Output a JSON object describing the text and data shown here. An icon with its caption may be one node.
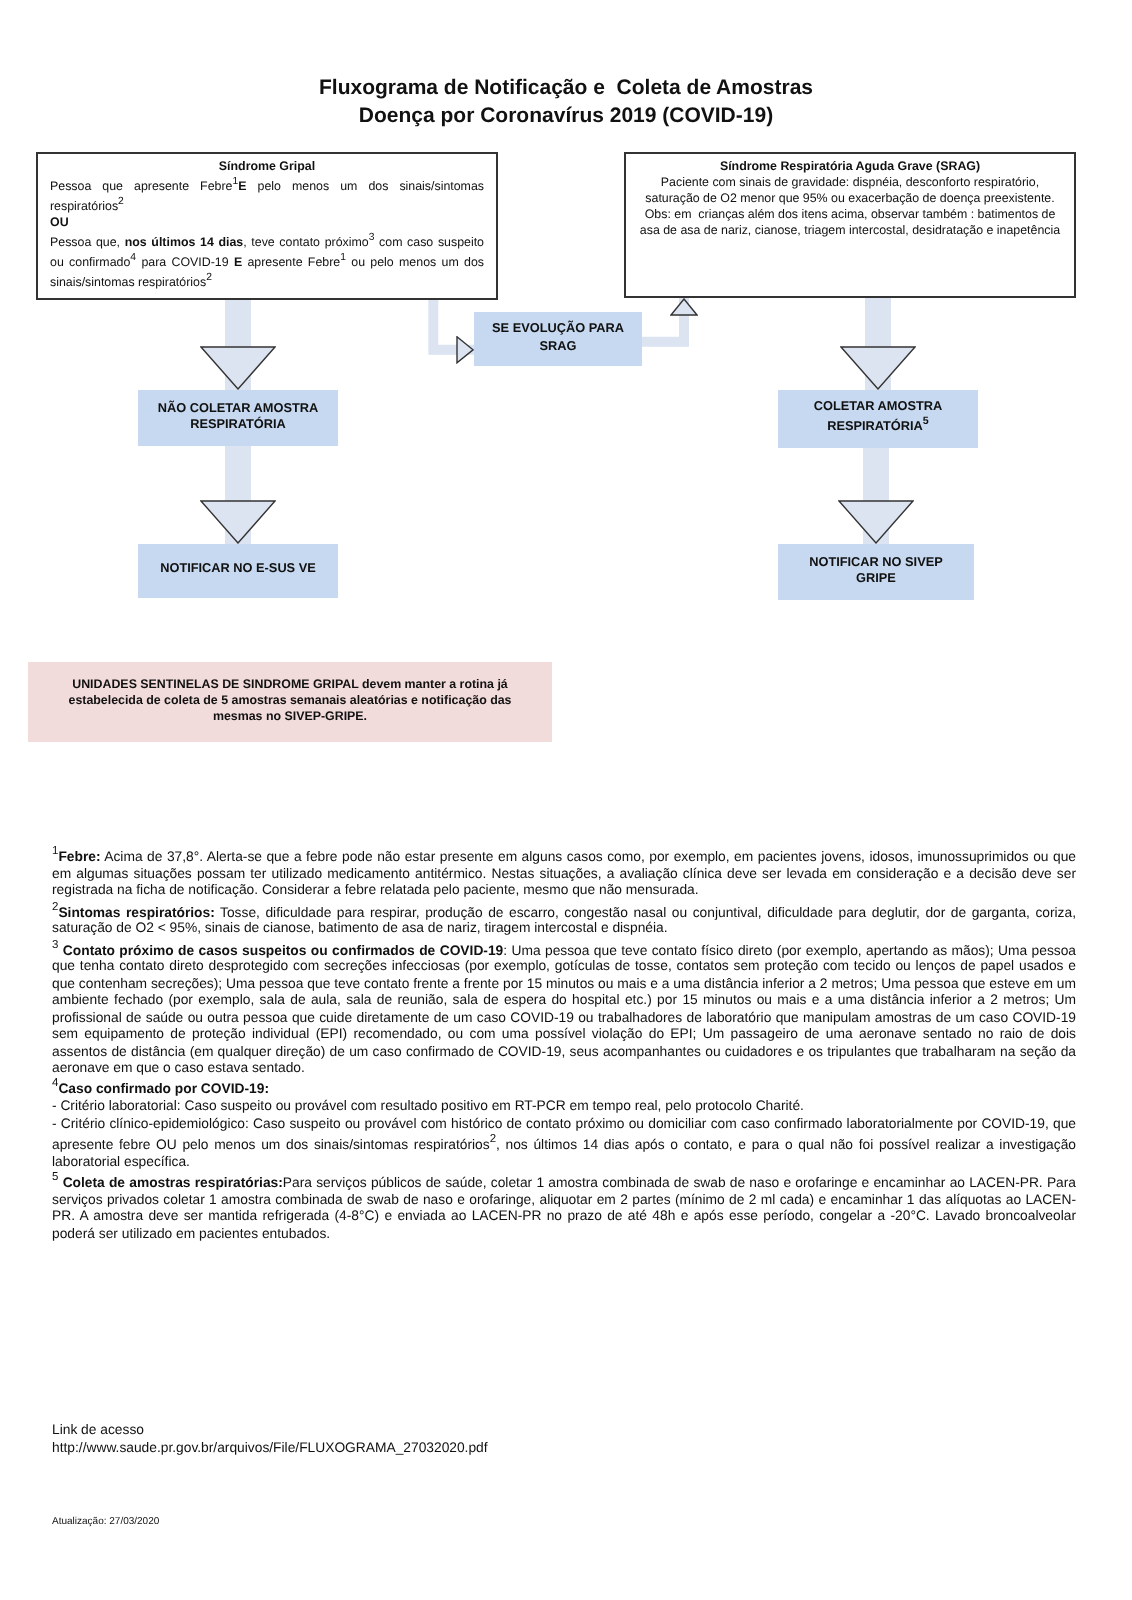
{
  "diagram": {
    "title": "Fluxograma de Notificação e  Coleta de Amostras Doença por Coronavírus 2019 (COVID-19)",
    "nodes": [
      {
        "text": [
          "Síndrome Gripal",
          "Pessoa que apresente Febre$^{1}$**E** pelo menos um dos sinais/sintomas respiratórios$^{2}$",
          "OU",
          "Pessoa que, **nos últimos 14 dias**, teve contato próximo$^{3}$ com caso suspeito ou confirmado$^{4}$ para COVID-19 **E** apresente Febre$^{1}$ ou pelo menos um dos sinais/sintomas respiratórios$^{2}$"
        ]
      },
      {
        "text": [
          "Síndrome Respiratória Aguda Grave (SRAG)",
          "Paciente com sinais de gravidade: dispnéia, desconforto respiratório, saturação de O2 menor que 95% ou exacerbação de doença preexistente. Obs: em  crianças além dos itens acima, observar também : batimentos de asa de asa de nariz, cianose, triagem intercostal, desidratação e inapetência"
        ]
      },
      {
        "text": [
          "SE EVOLUÇÃO PARA SRAG"
        ]
      },
      {
        "text": [
          "NÃO COLETAR AMOSTRA RESPIRATÓRIA"
        ]
      },
      {
        "text": [
          "COLETAR AMOSTRA RESPIRATÓRIA$^{5}$"
        ]
      },
      {
        "text": [
          "NOTIFICAR NO E-SUS VE"
        ]
      },
      {
        "text": [
          "NOTIFICAR NO SIVEP GRIPE"
        ]
      },
      {
        "text": [
          "UNIDADES SENTINELAS DE SINDROME GRIPAL devem manter a rotina já estabelecida de coleta de 5 amostras semanais aleatórias e notificação das mesmas no SIVEP-GRIPE."
        ]
      }
    ],
    "edges": [
      {
        "from": 0,
        "to": 3,
        "arrow": "to"
      },
      {
        "from": 0,
        "to": 2,
        "arrow": "to"
      },
      {
        "from": 2,
        "to": 1,
        "arrow": "to"
      },
      {
        "from": 1,
        "to": 4,
        "arrow": "to"
      },
      {
        "from": 3,
        "to": 5,
        "arrow": "to"
      },
      {
        "from": 4,
        "to": 6,
        "arrow": "to"
      }
    ],
    "labels": [
      "$^{1}$**Febre:** Acima de 37,8°. Alerta-se que a febre pode não estar presente em alguns casos como, por exemplo, em pacientes jovens, idosos, imunossuprimidos ou que em algumas situações possam ter utilizado medicamento antitérmico. Nestas situações, a avaliação clínica deve ser levada em consideração e a decisão deve ser registrada na ficha de notificação. Considerar a febre relatada pelo paciente, mesmo que não mensurada.",
      "$^{2}$**Sintomas respiratórios:** Tosse, dificuldade para respirar, produção de escarro, congestão nasal ou conjuntival, dificuldade para deglutir, dor de garganta, coriza, saturação de O2 < 95%, sinais de cianose, batimento de asa de nariz, tiragem intercostal e dispnéia.",
      "$^{3}$ **Contato próximo de casos suspeitos ou confirmados de COVID-19**: Uma pessoa que teve contato físico direto (por exemplo, apertando as mãos); Uma pessoa que tenha contato direto desprotegido com secreções infecciosas (por exemplo, gotículas de tosse, contatos sem proteção com tecido ou lenços de papel usados e que contenham secreções); Uma pessoa que teve contato frente a frente por 15 minutos ou mais e a uma distância inferior a 2 metros; Uma pessoa que esteve em um ambiente fechado (por exemplo, sala de aula, sala de reunião, sala de espera do hospital etc.) por 15 minutos ou mais e a uma distância inferior a 2 metros; Um profissional de saúde ou outra pessoa que cuide diretamente de um caso COVID-19 ou trabalhadores de laboratório que manipulam amostras de um caso COVID-19 sem equipamento de proteção individual (EPI) recomendado, ou com uma possível violação do EPI; Um passageiro de uma aeronave sentado no raio de dois assentos de distância (em qualquer direção) de um caso confirmado de COVID-19, seus acompanhantes ou cuidadores e os tripulantes que trabalharam na seção da aeronave em que o caso estava sentado.",
      "$^{4}$**Caso confirmado por COVID-19:**",
      "- Critério laboratorial: Caso suspeito ou provável com resultado positivo em RT-PCR em tempo real, pelo protocolo Charité.",
      "- Critério clínico-epidemiológico: Caso suspeito ou provável com histórico de contato próximo ou domiciliar com caso confirmado laboratorialmente por COVID-19, que apresente febre OU pelo menos um dos sinais/sintomas respiratórios$^{2}$, nos últimos 14 dias após o contato, e para o qual não foi possível realizar a investigação laboratorial específica.",
      "$^{5}$ **Coleta de amostras respiratórias:**Para serviços públicos de saúde, coletar 1 amostra combinada de swab de naso e orofaringe e encaminhar ao LACEN-PR. Para serviços privados coletar 1 amostra combinada de swab de naso e orofaringe, aliquotar em 2 partes (mínimo de 2 ml cada) e encaminhar 1 das alíquotas ao LACEN-PR. A amostra deve ser mantida refrigerada (4-8°C) e enviada ao LACEN-PR no prazo de até 48h e após esse período, congelar a -20°C. Lavado broncoalveolar poderá ser utilizado em pacientes entubados.",
      "Link de acesso",
      "http://www.saude.pr.gov.br/arquivos/File/FLUXOGRAMA_27032020.pdf",
      "Atualização: 27/03/2020"
    ]
  }
}
